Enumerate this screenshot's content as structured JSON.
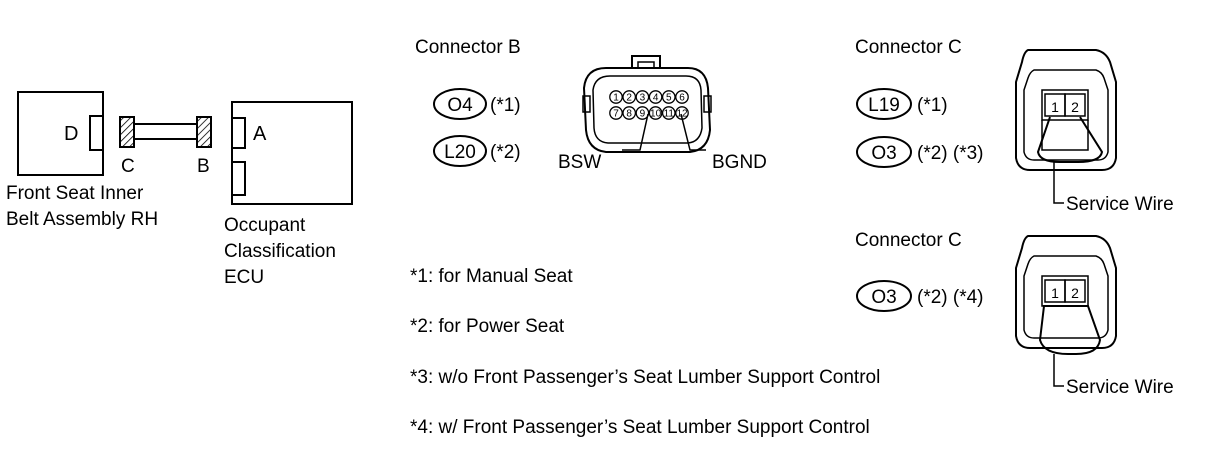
{
  "block_diagram": {
    "belt_assembly": {
      "connector_letter": "D",
      "label_line1": "Front Seat Inner",
      "label_line2": "Belt Assembly RH"
    },
    "ecu": {
      "connector_letter": "A",
      "label_line1": "Occupant",
      "label_line2": "Classification",
      "label_line3": "ECU"
    },
    "wire_end_left": "C",
    "wire_end_right": "B"
  },
  "connector_b": {
    "title": "Connector B",
    "codes": [
      {
        "code": "O4",
        "note": "(*1)"
      },
      {
        "code": "L20",
        "note": "(*2)"
      }
    ],
    "pins_top": [
      "1",
      "2",
      "3",
      "4",
      "5",
      "6"
    ],
    "pins_bottom": [
      "7",
      "8",
      "9",
      "10",
      "11",
      "12"
    ],
    "label_left": "BSW",
    "label_right": "BGND"
  },
  "connector_c1": {
    "title": "Connector C",
    "codes": [
      {
        "code": "L19",
        "note": "(*1)"
      },
      {
        "code": "O3",
        "note": "(*2) (*3)"
      }
    ],
    "pins": [
      "1",
      "2"
    ],
    "wire_label": "Service Wire"
  },
  "connector_c2": {
    "title": "Connector C",
    "codes": [
      {
        "code": "O3",
        "note": "(*2) (*4)"
      }
    ],
    "pins": [
      "1",
      "2"
    ],
    "wire_label": "Service Wire"
  },
  "notes": [
    "*1: for Manual Seat",
    "*2: for Power Seat",
    "*3: w/o Front Passenger’s Seat Lumber Support Control",
    "*4: w/ Front Passenger’s Seat Lumber Support Control"
  ],
  "colors": {
    "line": "#000000",
    "background": "#ffffff"
  },
  "icons": [
    "hatched-connector-icon",
    "connector-face-icon"
  ]
}
